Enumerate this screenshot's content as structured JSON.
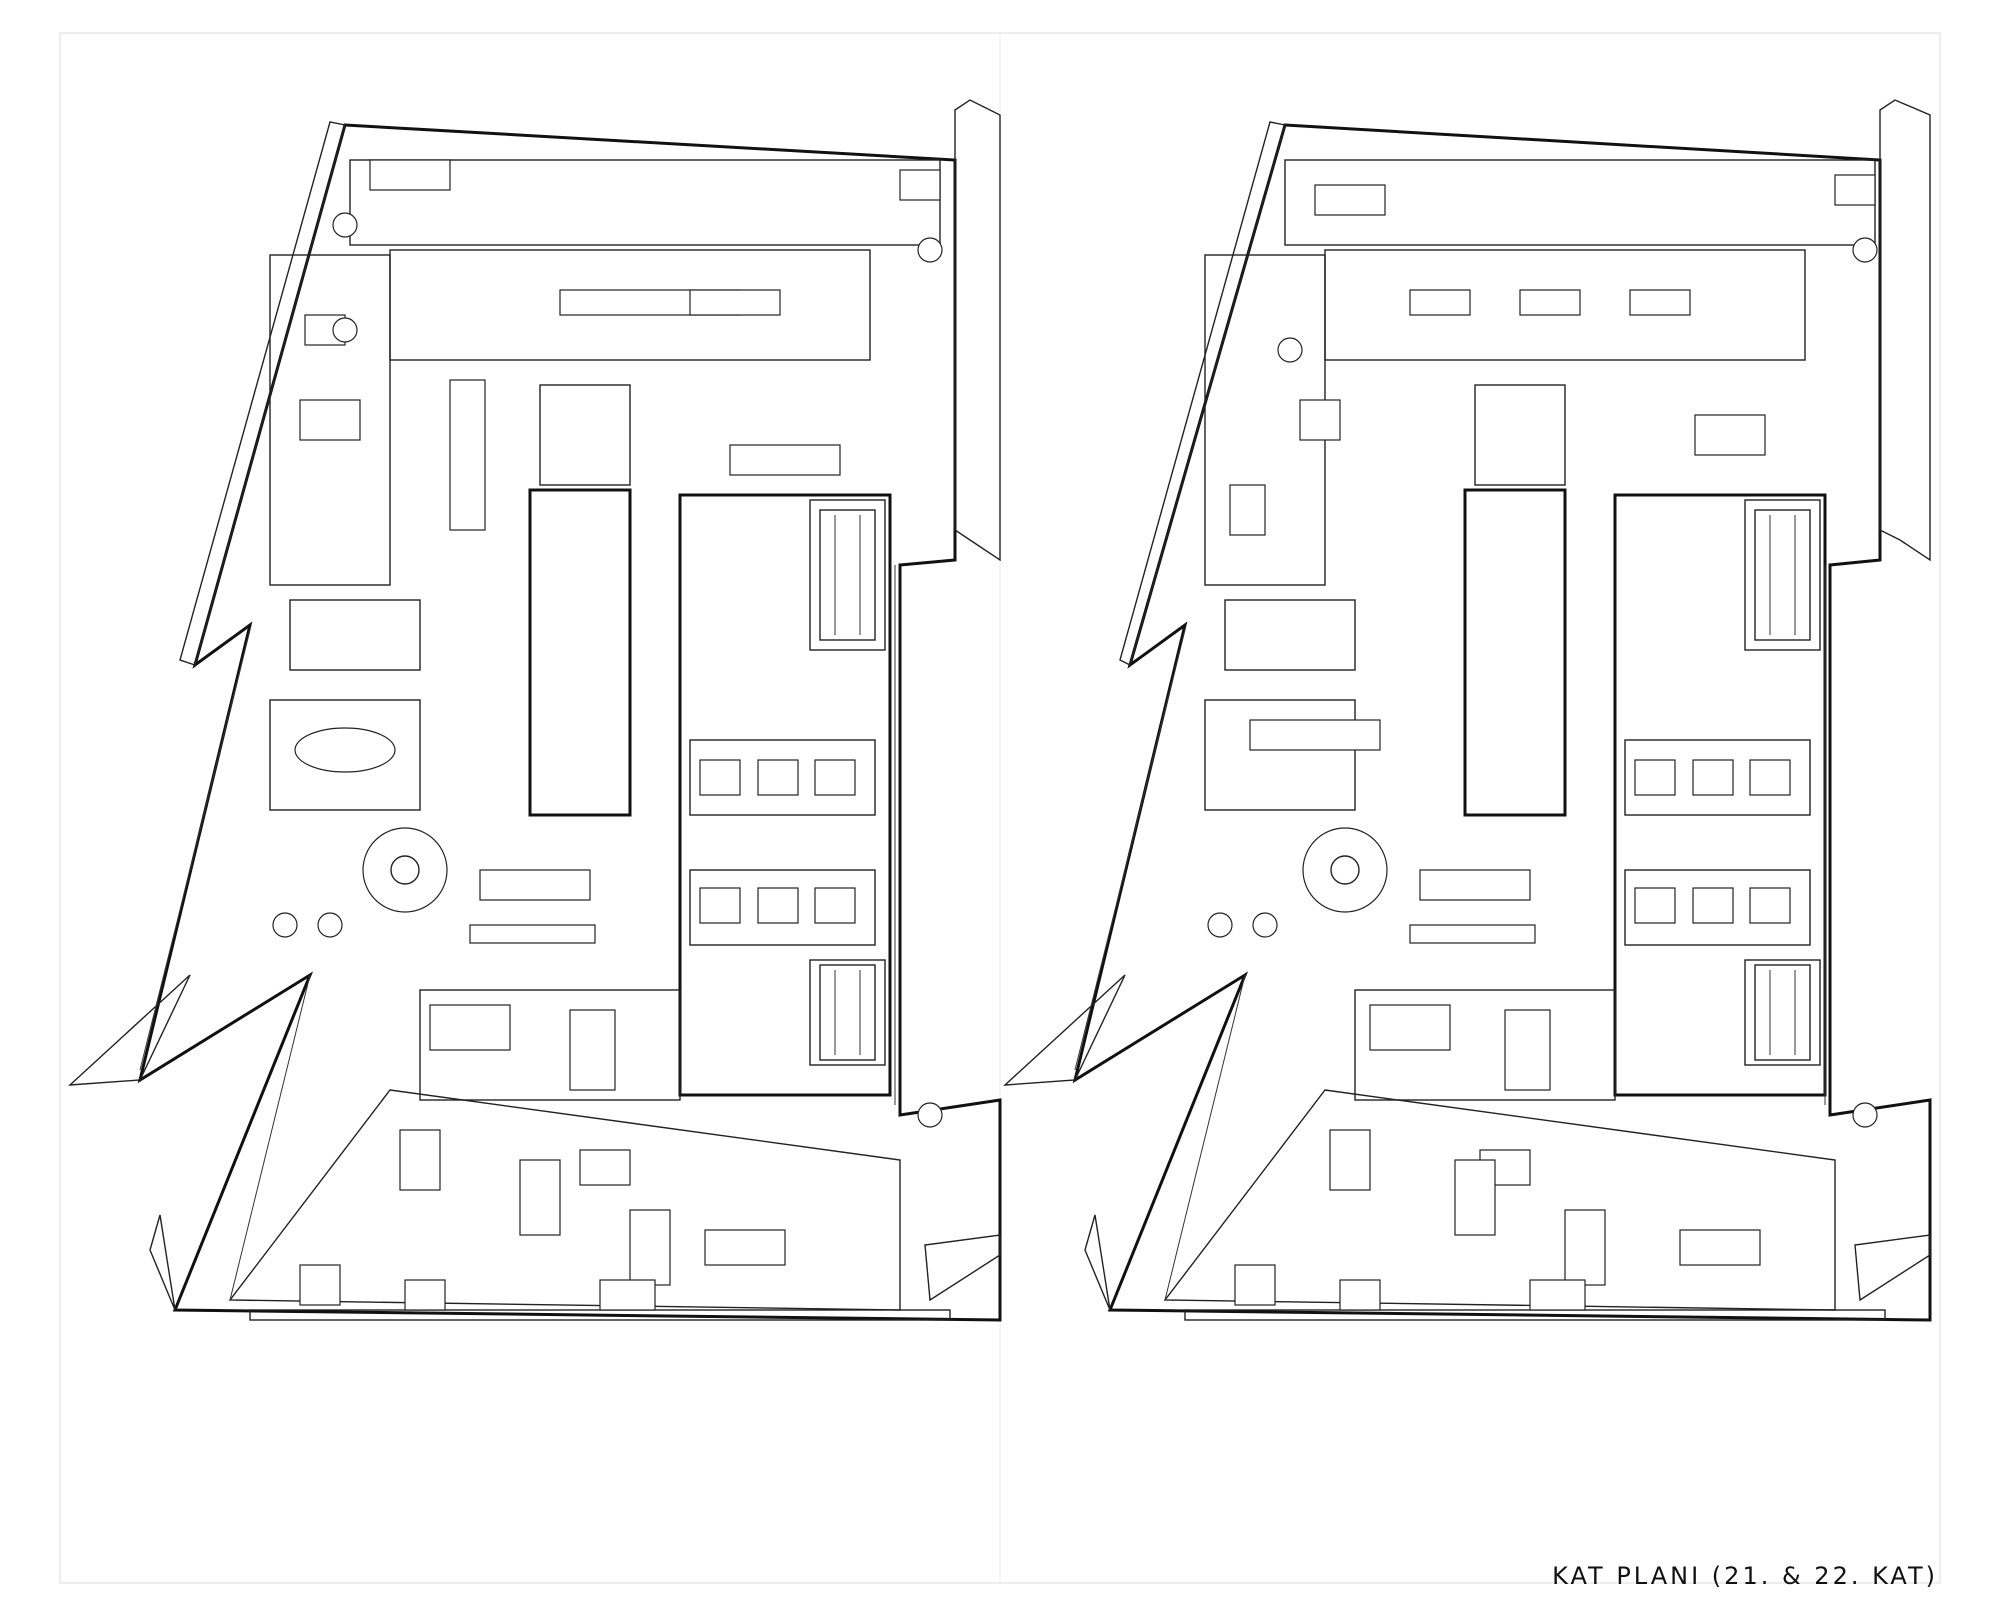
{
  "drawing": {
    "caption": "KAT PLANI (21. & 22. KAT)",
    "plans": [
      {
        "level": "21",
        "side": "left"
      },
      {
        "level": "22",
        "side": "right"
      }
    ]
  }
}
